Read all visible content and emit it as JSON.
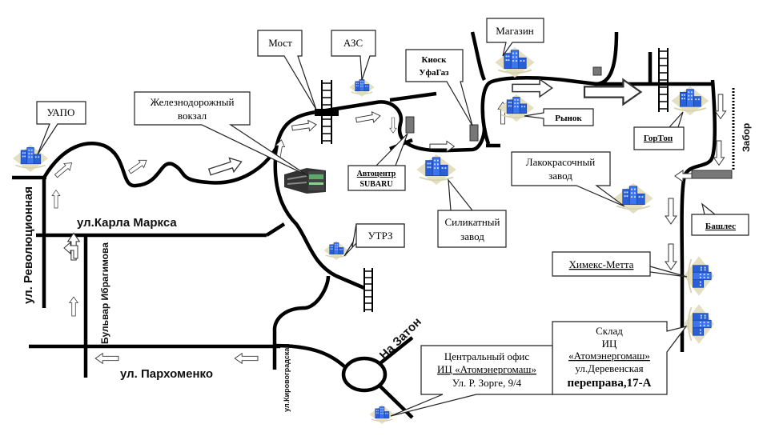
{
  "map": {
    "title": "Схема проезда ИЦ «Атомэнергомаш»",
    "colors": {
      "road": "#000000",
      "building_blue": "#2a5fd8",
      "building_base": "#e3dfc0",
      "kiosk": "#777777",
      "train_green": "#5aaa6a"
    },
    "streets": {
      "revolutsionnaya": "ул. Революционная",
      "karla_marksa": "ул.Карла Маркса",
      "bulvar_ibragimova": "Бульвар Ибрагимова",
      "parkhomenko": "ул. Пархоменко",
      "kirovogradskaya": "ул.Кировоградская",
      "na_zaton": "На Затон",
      "zabor": "Забор"
    },
    "landmarks": {
      "uapo": "УАПО",
      "vokzal_line1": "Железнодорожный",
      "vokzal_line2": "вокзал",
      "most": "Мост",
      "azs": "АЗС",
      "kiosk_line1": "Киоск",
      "kiosk_line2": "УфаГаз",
      "magazin": "Магазин",
      "rynok": "Рынок",
      "gorton": "ГорТоп",
      "autocenter_line1": "Автоцентр",
      "autocenter_line2": "SUBARU",
      "silikat_line1": "Силикатный",
      "silikat_line2": "завод",
      "utrz": "УТРЗ",
      "lakokras_line1": "Лакокрасочный",
      "lakokras_line2": "завод",
      "bashles": "Башлес",
      "khimeks": "Химекс-Метта"
    },
    "office": {
      "line1": "Центральный офис",
      "line2": "ИЦ «Атомэнергомаш»",
      "line3": "Ул. Р. Зорге, 9/4"
    },
    "warehouse": {
      "line1": "Склад",
      "line2": "ИЦ",
      "line3": "«Атомэнергомаш»",
      "line4": "ул.Деревенская",
      "line5": "переправа,17-А"
    }
  }
}
